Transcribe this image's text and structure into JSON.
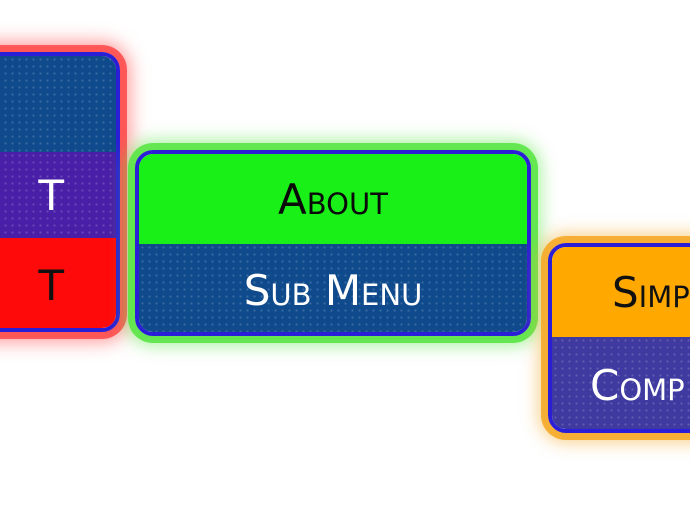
{
  "menus": {
    "left": {
      "items": [
        {
          "label": ""
        },
        {
          "label": "T"
        },
        {
          "label": "T"
        }
      ]
    },
    "center": {
      "items": [
        {
          "label": "About"
        },
        {
          "label": "Sub Menu"
        }
      ]
    },
    "right": {
      "items": [
        {
          "label": "Simp"
        },
        {
          "label": "Comp"
        }
      ]
    }
  },
  "colors": {
    "border": "#2a1fd6",
    "blue_item": "#0f4a8c",
    "purple_item": "#4a1fa8",
    "red_item": "#ff0a0a",
    "green_item": "#18f018",
    "orange_item": "#ffa800",
    "indigo_item": "#3e3aa0",
    "red_glow": "#ff4646",
    "green_glow": "#5ae646",
    "orange_glow": "#f5aa28"
  }
}
